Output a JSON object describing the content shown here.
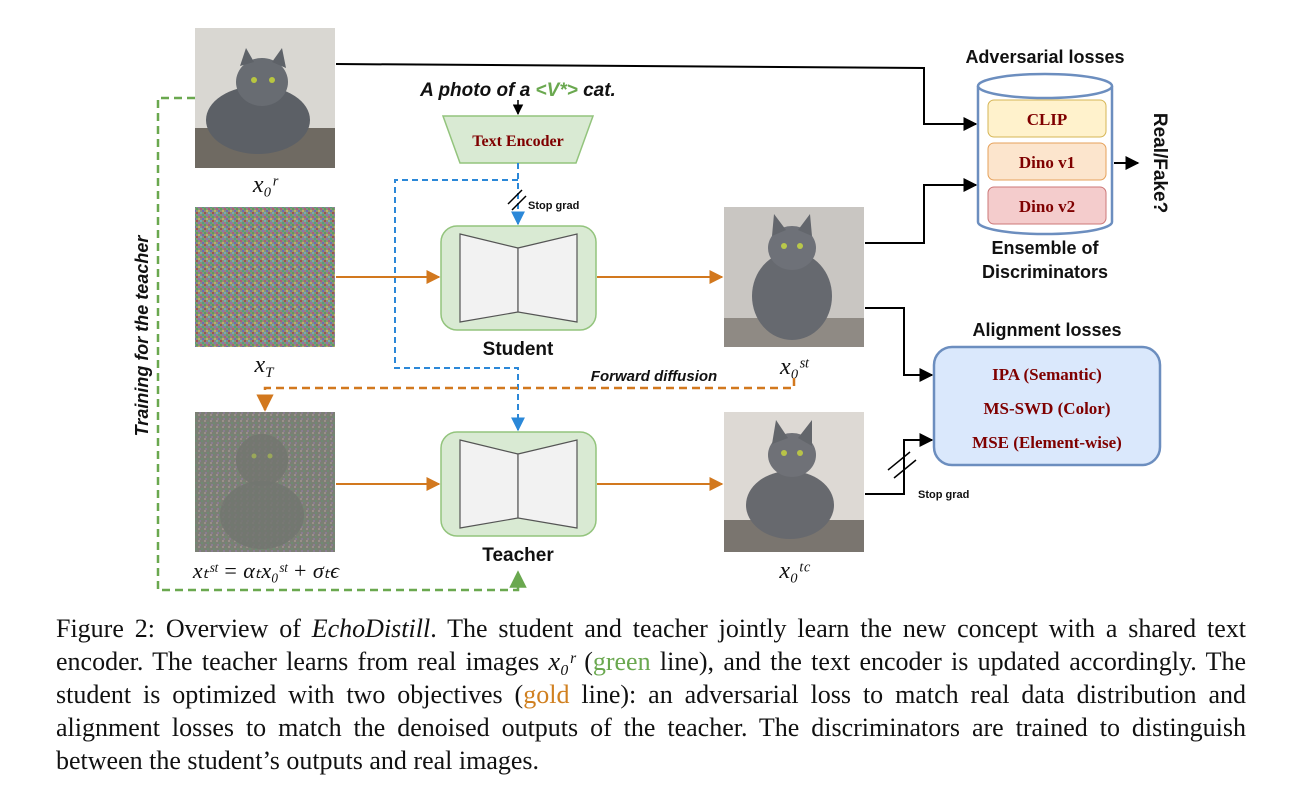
{
  "diagram": {
    "prompt_prefix": "A photo of a",
    "prompt_token": "<V*>",
    "prompt_suffix": "cat.",
    "text_encoder": "Text Encoder",
    "stop_grad_top": "Stop grad",
    "stop_grad_bottom": "Stop grad",
    "student_label": "Student",
    "teacher_label": "Teacher",
    "forward_diffusion": "Forward diffusion",
    "training_for_teacher": "Training for the teacher",
    "adversarial_title": "Adversarial losses",
    "discriminators": [
      "CLIP",
      "Dino v1",
      "Dino v2"
    ],
    "ensemble_line1": "Ensemble of",
    "ensemble_line2": "Discriminators",
    "real_fake": "Real/Fake?",
    "alignment_title": "Alignment losses",
    "alignment_items": [
      "IPA (Semantic)",
      "MS-SWD (Color)",
      "MSE (Element-wise)"
    ],
    "labels": {
      "x0r": "x₀ʳ",
      "xT": "x_T",
      "x0st": "x₀ˢᵗ",
      "xtst": "xₜˢᵗ = αₜx₀ˢᵗ + σₜϵ",
      "x0tc": "x₀ᵗᶜ"
    }
  },
  "caption": {
    "lead": "Figure 2: Overview of ",
    "name": "EchoDistill",
    "p1": ". The student and teacher jointly learn the new concept with a shared text encoder. The teacher learns from real images ",
    "math": "x₀ʳ",
    "p2": " (",
    "green_word": "green",
    "p3": " line), and the text encoder is updated accordingly. The student is optimized with two objectives (",
    "gold_word": "gold",
    "p4": " line): an adversarial loss to match real data distribution and alignment losses to match the denoised outputs of the teacher. The discriminators are trained to distinguish between the student’s outputs and real images."
  },
  "colors": {
    "green_line": "#6aa84f",
    "gold_line": "#d2781e",
    "blue_line": "#2b88d8",
    "model_fill": "#d9ead3",
    "clip_fill": "#fff2cc",
    "dino1_fill": "#fce5cd",
    "dino2_fill": "#f4cccc",
    "align_fill": "#dae8fc",
    "dark_red": "#7f0000"
  }
}
